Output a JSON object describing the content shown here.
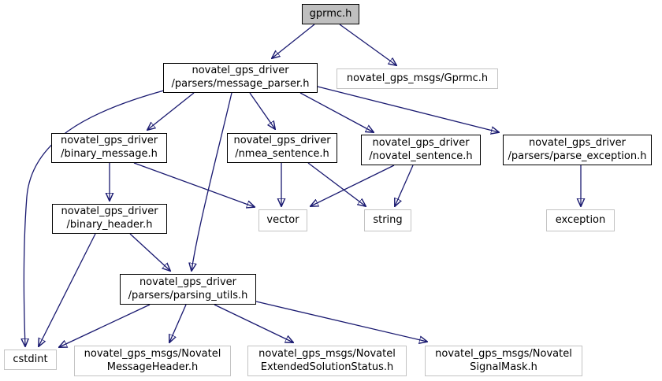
{
  "diagram": {
    "type": "include-dependency-graph",
    "root_file": "gprmc.h"
  },
  "colors": {
    "edge": "#191970",
    "linked_node_border": "#000000",
    "external_node_border": "#c3c3c3",
    "root_node_fill": "#bfbfbf",
    "node_fill": "#ffffff"
  },
  "nodes": {
    "gprmc": {
      "label": "gprmc.h",
      "kind": "root"
    },
    "msg_gprmc": {
      "label": "novatel_gps_msgs/Gprmc.h",
      "kind": "external"
    },
    "message_parser": {
      "label": "novatel_gps_driver\n/parsers/message_parser.h",
      "kind": "internal"
    },
    "binary_message": {
      "label": "novatel_gps_driver\n/binary_message.h",
      "kind": "internal"
    },
    "nmea_sentence": {
      "label": "novatel_gps_driver\n/nmea_sentence.h",
      "kind": "internal"
    },
    "novatel_sentence": {
      "label": "novatel_gps_driver\n/novatel_sentence.h",
      "kind": "internal"
    },
    "parse_exception": {
      "label": "novatel_gps_driver\n/parsers/parse_exception.h",
      "kind": "internal"
    },
    "binary_header": {
      "label": "novatel_gps_driver\n/binary_header.h",
      "kind": "internal"
    },
    "vector": {
      "label": "vector",
      "kind": "external"
    },
    "string": {
      "label": "string",
      "kind": "external"
    },
    "exception": {
      "label": "exception",
      "kind": "external"
    },
    "parsing_utils": {
      "label": "novatel_gps_driver\n/parsers/parsing_utils.h",
      "kind": "internal"
    },
    "cstdint": {
      "label": "cstdint",
      "kind": "external"
    },
    "novatel_message_header": {
      "label": "novatel_gps_msgs/Novatel\nMessageHeader.h",
      "kind": "external"
    },
    "extended_solution_status": {
      "label": "novatel_gps_msgs/Novatel\nExtendedSolutionStatus.h",
      "kind": "external"
    },
    "signal_mask": {
      "label": "novatel_gps_msgs/Novatel\nSignalMask.h",
      "kind": "external"
    }
  },
  "edges": [
    {
      "from": "gprmc",
      "to": "message_parser"
    },
    {
      "from": "gprmc",
      "to": "msg_gprmc"
    },
    {
      "from": "message_parser",
      "to": "binary_message"
    },
    {
      "from": "message_parser",
      "to": "nmea_sentence"
    },
    {
      "from": "message_parser",
      "to": "novatel_sentence"
    },
    {
      "from": "message_parser",
      "to": "parse_exception"
    },
    {
      "from": "message_parser",
      "to": "parsing_utils"
    },
    {
      "from": "message_parser",
      "to": "cstdint"
    },
    {
      "from": "binary_message",
      "to": "binary_header"
    },
    {
      "from": "binary_message",
      "to": "vector"
    },
    {
      "from": "nmea_sentence",
      "to": "vector"
    },
    {
      "from": "nmea_sentence",
      "to": "string"
    },
    {
      "from": "novatel_sentence",
      "to": "vector"
    },
    {
      "from": "novatel_sentence",
      "to": "string"
    },
    {
      "from": "parse_exception",
      "to": "exception"
    },
    {
      "from": "binary_header",
      "to": "cstdint"
    },
    {
      "from": "binary_header",
      "to": "parsing_utils"
    },
    {
      "from": "parsing_utils",
      "to": "cstdint"
    },
    {
      "from": "parsing_utils",
      "to": "novatel_message_header"
    },
    {
      "from": "parsing_utils",
      "to": "extended_solution_status"
    },
    {
      "from": "parsing_utils",
      "to": "signal_mask"
    }
  ]
}
